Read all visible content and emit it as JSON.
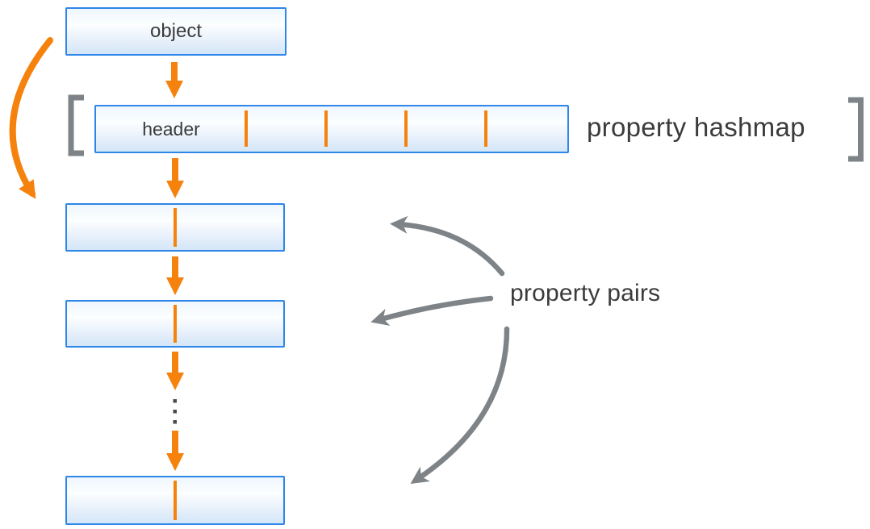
{
  "diagram": {
    "object_box": {
      "label": "object"
    },
    "property_hashmap": {
      "header_cell_label": "header",
      "caption": "property hashmap",
      "value_slot_count": 4
    },
    "property_pairs": {
      "caption": "property pairs",
      "visible_pair_boxes": 3,
      "ellipsis_dot_count": 3
    },
    "colors": {
      "accent_orange": "#f6820e",
      "box_border_blue": "#2e86e8",
      "box_fill_top": "#eef6fd",
      "box_fill_bottom": "#d3e6f8",
      "bracket_arrow_gray": "#7d8387",
      "label_text": "#3b3b3b"
    }
  }
}
